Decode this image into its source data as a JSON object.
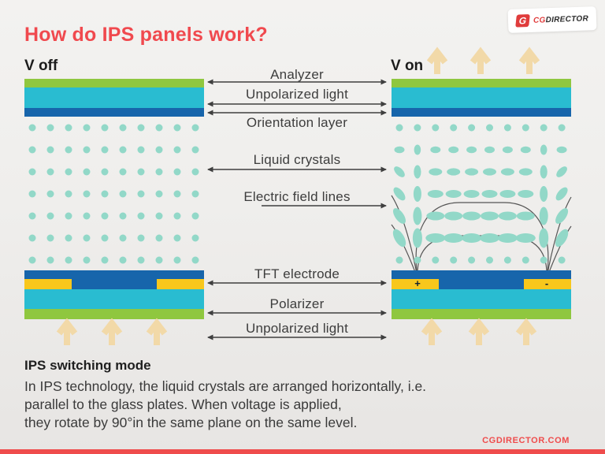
{
  "header": {
    "title": "How do IPS panels work?",
    "logo": {
      "mark": "G",
      "text_cg": "CG",
      "text_director": "DIRECTOR"
    }
  },
  "panels": {
    "left_title": "V off",
    "right_title": "V on",
    "electrode_plus": "+",
    "electrode_minus": "-"
  },
  "layer_labels": {
    "analyzer": "Analyzer",
    "unpolarized_light_top": "Unpolarized light",
    "orientation_layer": "Orientation layer",
    "liquid_crystals": "Liquid crystals",
    "electric_field_lines": "Electric field lines",
    "tft_electrode": "TFT electrode",
    "polarizer": "Polarizer",
    "unpolarized_light_bottom": "Unpolarized light"
  },
  "footnote": {
    "heading": "IPS switching mode",
    "lines": [
      "In IPS technology, the liquid crystals are arranged horizontally, i.e.",
      "parallel to the glass plates. When voltage is applied,",
      "they rotate by 90°in the same plane on the same level."
    ]
  },
  "footer": {
    "site": "CGDIRECTOR.COM"
  },
  "colors": {
    "title_red": "#f0494e",
    "footer_red": "#ef4c4c",
    "logo_red": "#e03c3c",
    "layer_green": "#8fc73f",
    "layer_cyan": "#29bcd1",
    "layer_blue": "#1765ab",
    "electrode_yellow": "#f8c71c",
    "crystal_teal": "#92d8c8",
    "light_arrow_cream": "#f2d9a8",
    "field_line": "#555555",
    "label_arrow": "#3f3f3f"
  },
  "diagram": {
    "grid_rows": 7,
    "grid_cols": 10
  }
}
